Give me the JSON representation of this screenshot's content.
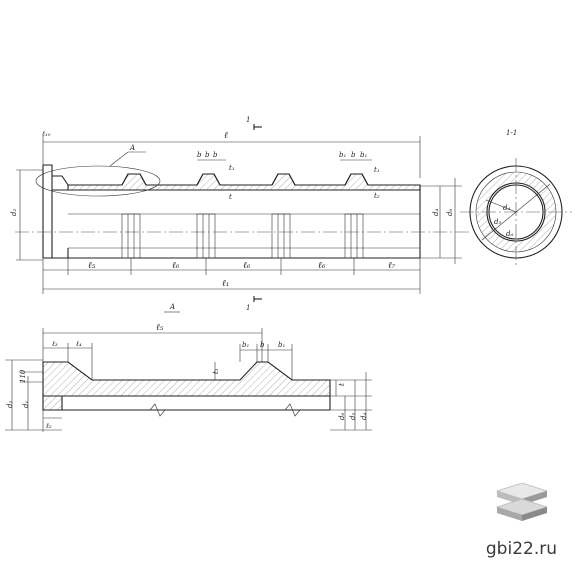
{
  "top_view": {
    "section_mark": "1",
    "dims_top": {
      "total": "ℓ",
      "end": "ℓ₁₀"
    },
    "dims_bottom": {
      "l5": "ℓ₅",
      "l6": [
        "ℓ₆",
        "ℓ₆",
        "ℓ₆"
      ],
      "l7": "ℓ₇",
      "total": "ℓ₁"
    },
    "rib_labels_left": [
      "b",
      "b",
      "b"
    ],
    "rib_labels_right": [
      "b₁",
      "b",
      "b₁"
    ],
    "diam_left": "d₂",
    "diam_right": [
      "d₄",
      "d₆"
    ],
    "side_marks": [
      "t",
      "t₁",
      "t₂"
    ],
    "callout": "A"
  },
  "section_view": {
    "title": "1-1",
    "labels": [
      "d₄",
      "d₅",
      "d₆"
    ]
  },
  "detail_view": {
    "title": "A",
    "dims": {
      "l5": "ℓ₅",
      "l3": "ℓ₃",
      "l4": "ℓ₄",
      "l2": "ℓ₂"
    },
    "top_labels": [
      "b₁",
      "b",
      "b₁"
    ],
    "left_labels": [
      "d₂",
      "d₁"
    ],
    "angle": "110",
    "t_marks": [
      "t₁",
      "t"
    ],
    "right_labels": [
      "d₆",
      "d₅",
      "d₄"
    ]
  },
  "footer": {
    "site": "gbi22.ru"
  }
}
